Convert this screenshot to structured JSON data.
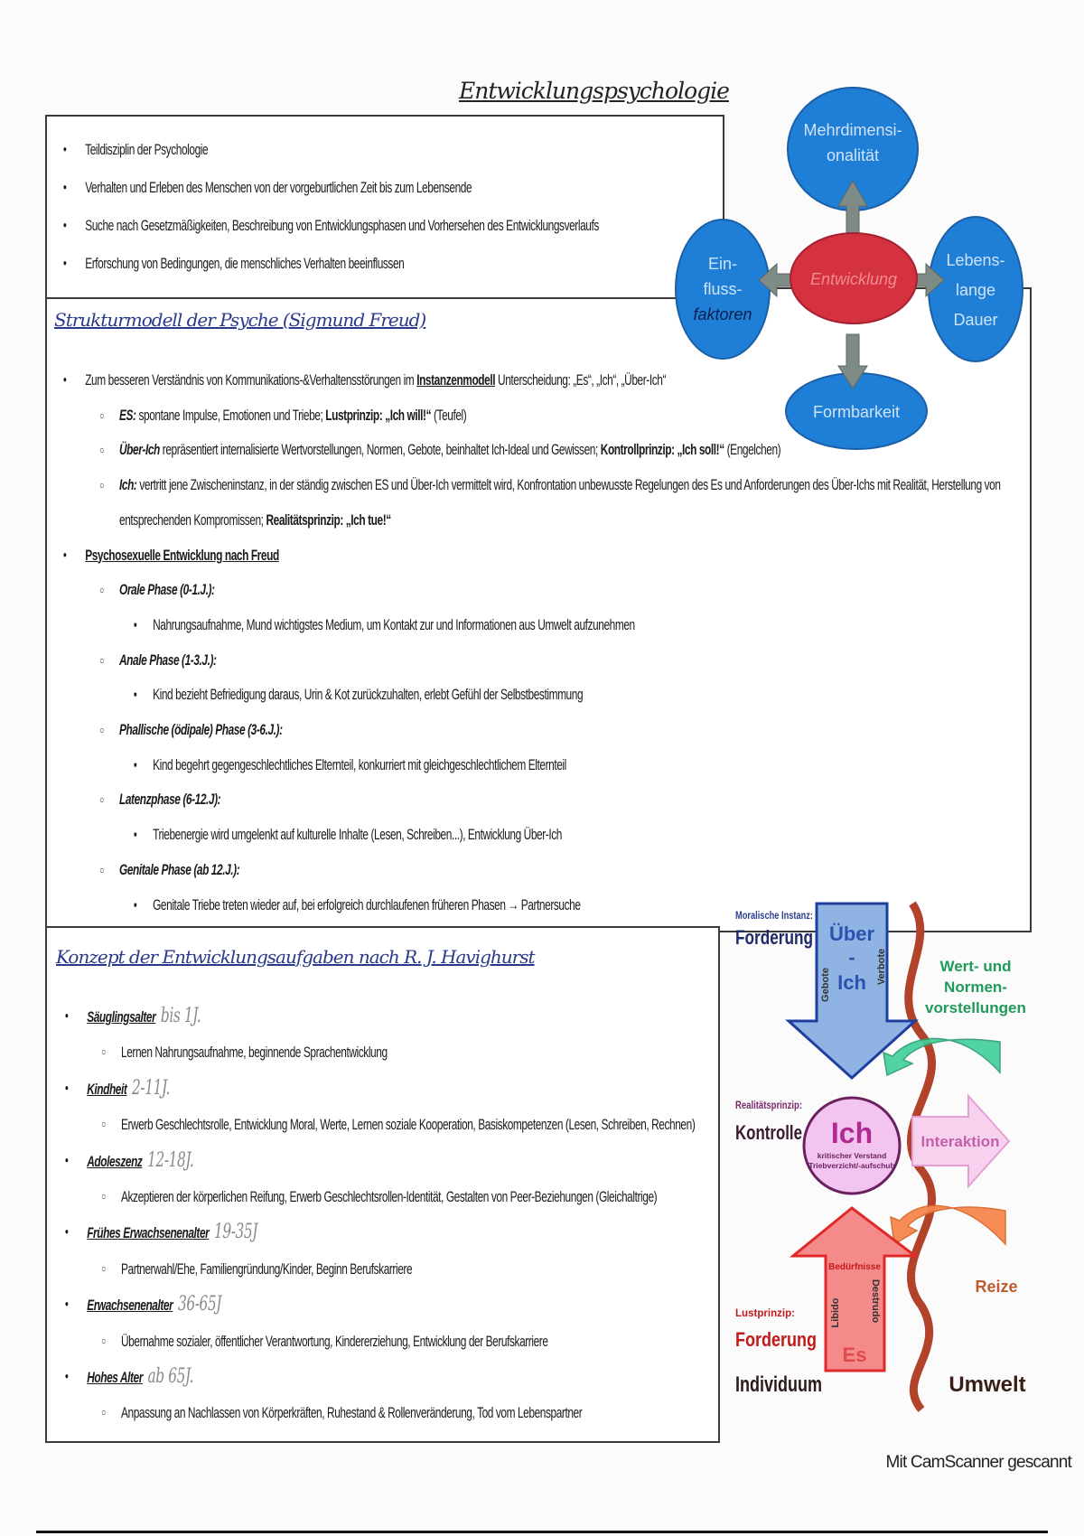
{
  "title": "Entwicklungspsychologie",
  "intro": {
    "items": [
      {
        "level": 1,
        "segs": [
          {
            "t": "Teildisziplin der Psychologie"
          }
        ]
      },
      {
        "level": 1,
        "segs": [
          {
            "t": "Verhalten und Erleben des Menschen von der vorgeburtlichen Zeit bis zum Lebensende"
          }
        ]
      },
      {
        "level": 1,
        "segs": [
          {
            "t": "Suche nach Gesetzmäßigkeiten, Beschreibung von Entwicklungsphasen und Vorhersehen des Entwicklungsverlaufs"
          }
        ]
      },
      {
        "level": 1,
        "segs": [
          {
            "t": "Erforschung von Bedingungen, die menschliches Verhalten beeinflussen"
          }
        ]
      }
    ]
  },
  "bubbles": {
    "center": "Entwicklung",
    "top": [
      "Mehrdimensi-",
      "onalität"
    ],
    "left": [
      "Ein-",
      "fluss-",
      "faktoren"
    ],
    "right": [
      "Lebens-",
      "lange",
      "Dauer"
    ],
    "bottom": "Formbarkeit",
    "colors": {
      "bubble": "#1f7fd6",
      "center": "#d5323f",
      "arrow": "#7f8b86"
    }
  },
  "freud": {
    "heading": "Strukturmodell der Psyche (Sigmund Freud)",
    "items": [
      {
        "level": 1,
        "segs": [
          {
            "t": "Zum besseren Verständnis von Kommunikations-&Verhaltensstörungen im "
          },
          {
            "t": "Instanzenmodell",
            "s": "u"
          },
          {
            "t": " Unterscheidung: „Es“, „Ich“, „Über-Ich“"
          }
        ]
      },
      {
        "level": 2,
        "segs": [
          {
            "t": "ES:",
            "s": "i"
          },
          {
            "t": " spontane Impulse, Emotionen und Triebe; "
          },
          {
            "t": "Lustprinzip: „Ich will!“",
            "s": "b"
          },
          {
            "t": " (Teufel)"
          }
        ]
      },
      {
        "level": 2,
        "segs": [
          {
            "t": "Über-Ich",
            "s": "i"
          },
          {
            "t": " repräsentiert internalisierte Wertvorstellungen, Normen, Gebote, beinhaltet Ich-Ideal und Gewissen; "
          },
          {
            "t": "Kontrollprinzip: „Ich soll!“",
            "s": "b"
          },
          {
            "t": " (Engelchen)"
          }
        ]
      },
      {
        "level": 2,
        "segs": [
          {
            "t": "Ich:",
            "s": "i"
          },
          {
            "t": " vertritt jene Zwischeninstanz, in der ständig zwischen ES und Über-Ich vermittelt wird, Konfrontation unbewusste Regelungen des Es und Anforderungen des Über-Ichs mit Realität, Herstellung von entsprechenden Kompromissen; "
          },
          {
            "t": "Realitätsprinzip: „Ich tue!“",
            "s": "b"
          }
        ]
      },
      {
        "level": 1,
        "segs": [
          {
            "t": "Psychosexuelle Entwicklung nach Freud",
            "s": "u"
          }
        ]
      },
      {
        "level": 2,
        "segs": [
          {
            "t": "Orale Phase (0-1.J.):",
            "s": "i"
          }
        ]
      },
      {
        "level": 3,
        "segs": [
          {
            "t": "Nahrungsaufnahme, Mund wichtigstes Medium, um Kontakt zur und Informationen aus Umwelt aufzunehmen"
          }
        ]
      },
      {
        "level": 2,
        "segs": [
          {
            "t": "Anale Phase (1-3.J.):",
            "s": "i"
          }
        ]
      },
      {
        "level": 3,
        "segs": [
          {
            "t": "Kind bezieht Befriedigung daraus, Urin & Kot zurückzuhalten, erlebt Gefühl der Selbstbestimmung"
          }
        ]
      },
      {
        "level": 2,
        "segs": [
          {
            "t": "Phallische (ödipale) Phase (3-6.J.):",
            "s": "i"
          }
        ]
      },
      {
        "level": 3,
        "segs": [
          {
            "t": "Kind begehrt gegengeschlechtliches Elternteil, konkurriert mit gleichgeschlechtlichem Elternteil"
          }
        ]
      },
      {
        "level": 2,
        "segs": [
          {
            "t": "Latenzphase (6-12.J):",
            "s": "i"
          }
        ]
      },
      {
        "level": 3,
        "segs": [
          {
            "t": "Triebenergie wird umgelenkt auf kulturelle Inhalte (Lesen, Schreiben...), Entwicklung Über-Ich"
          }
        ]
      },
      {
        "level": 2,
        "segs": [
          {
            "t": "Genitale Phase (ab 12.J.):",
            "s": "i"
          }
        ]
      },
      {
        "level": 3,
        "segs": [
          {
            "t": "Genitale Triebe treten wieder auf, bei erfolgreich durchlaufenen früheren Phasen → Partnersuche"
          }
        ]
      }
    ]
  },
  "havighurst": {
    "heading": "Konzept der Entwicklungsaufgaben nach R. J. Havighurst",
    "items": [
      {
        "level": 1,
        "segs": [
          {
            "t": "Säuglingsalter",
            "s": "bu"
          },
          {
            "t": "bis 1J.",
            "s": "h"
          }
        ]
      },
      {
        "level": 2,
        "segs": [
          {
            "t": "Lernen Nahrungsaufnahme, beginnende Sprachentwicklung"
          }
        ]
      },
      {
        "level": 1,
        "segs": [
          {
            "t": "Kindheit",
            "s": "bu"
          },
          {
            "t": "2-11J.",
            "s": "h"
          }
        ]
      },
      {
        "level": 2,
        "segs": [
          {
            "t": "Erwerb Geschlechtsrolle, Entwicklung Moral, Werte, Lernen soziale Kooperation, Basiskompetenzen (Lesen, Schreiben, Rechnen)"
          }
        ]
      },
      {
        "level": 1,
        "segs": [
          {
            "t": "Adoleszenz",
            "s": "bu"
          },
          {
            "t": "12-18J.",
            "s": "h"
          }
        ]
      },
      {
        "level": 2,
        "segs": [
          {
            "t": "Akzeptieren der körperlichen Reifung, Erwerb Geschlechtsrollen-Identität, Gestalten von Peer-Beziehungen (Gleichaltrige)"
          }
        ]
      },
      {
        "level": 1,
        "segs": [
          {
            "t": "Frühes Erwachsenenalter",
            "s": "bu"
          },
          {
            "t": "19-35J",
            "s": "h"
          }
        ]
      },
      {
        "level": 2,
        "segs": [
          {
            "t": "Partnerwahl/Ehe, Familiengründung/Kinder, Beginn Berufskarriere"
          }
        ]
      },
      {
        "level": 1,
        "segs": [
          {
            "t": "Erwachsenenalter",
            "s": "bu"
          },
          {
            "t": "36-65J",
            "s": "h"
          }
        ]
      },
      {
        "level": 2,
        "segs": [
          {
            "t": "Übernahme sozialer, öffentlicher Verantwortung, Kindererziehung, Entwicklung der Berufskarriere"
          }
        ]
      },
      {
        "level": 1,
        "segs": [
          {
            "t": "Hohes Alter",
            "s": "bu"
          },
          {
            "t": "ab 65J.",
            "s": "h"
          }
        ]
      },
      {
        "level": 2,
        "segs": [
          {
            "t": "Anpassung an Nachlassen von Körperkräften, Ruhestand & Rollenveränderung, Tod vom Lebenspartner"
          }
        ]
      }
    ]
  },
  "instanzen": {
    "ueber_ich": {
      "instance": "Moralische Instanz:",
      "role": "Forderung",
      "name_1": "Über",
      "name_2": "-",
      "name_3": "Ich",
      "left": "Gebote",
      "right": "Verbote",
      "color": "#8fb4e3"
    },
    "ich": {
      "instance": "Realitätsprinzip:",
      "role": "Kontrolle",
      "name": "Ich",
      "line_1": "kritischer Verstand",
      "line_2": "Triebverzicht/-aufschub",
      "color": "#f3c4f0"
    },
    "es": {
      "instance": "Lustprinzip:",
      "role": "Forderung",
      "name": "Es",
      "top": "Bedürfnisse",
      "left": "Libido",
      "right": "Destrudo",
      "color": "#f58a8a"
    },
    "werte": [
      "Wert- und",
      "Normen-",
      "vorstellungen"
    ],
    "interaktion": "Interaktion",
    "reize": "Reize",
    "individuum": "Individuum",
    "umwelt": "Umwelt"
  },
  "footer": "Mit CamScanner gescannt"
}
